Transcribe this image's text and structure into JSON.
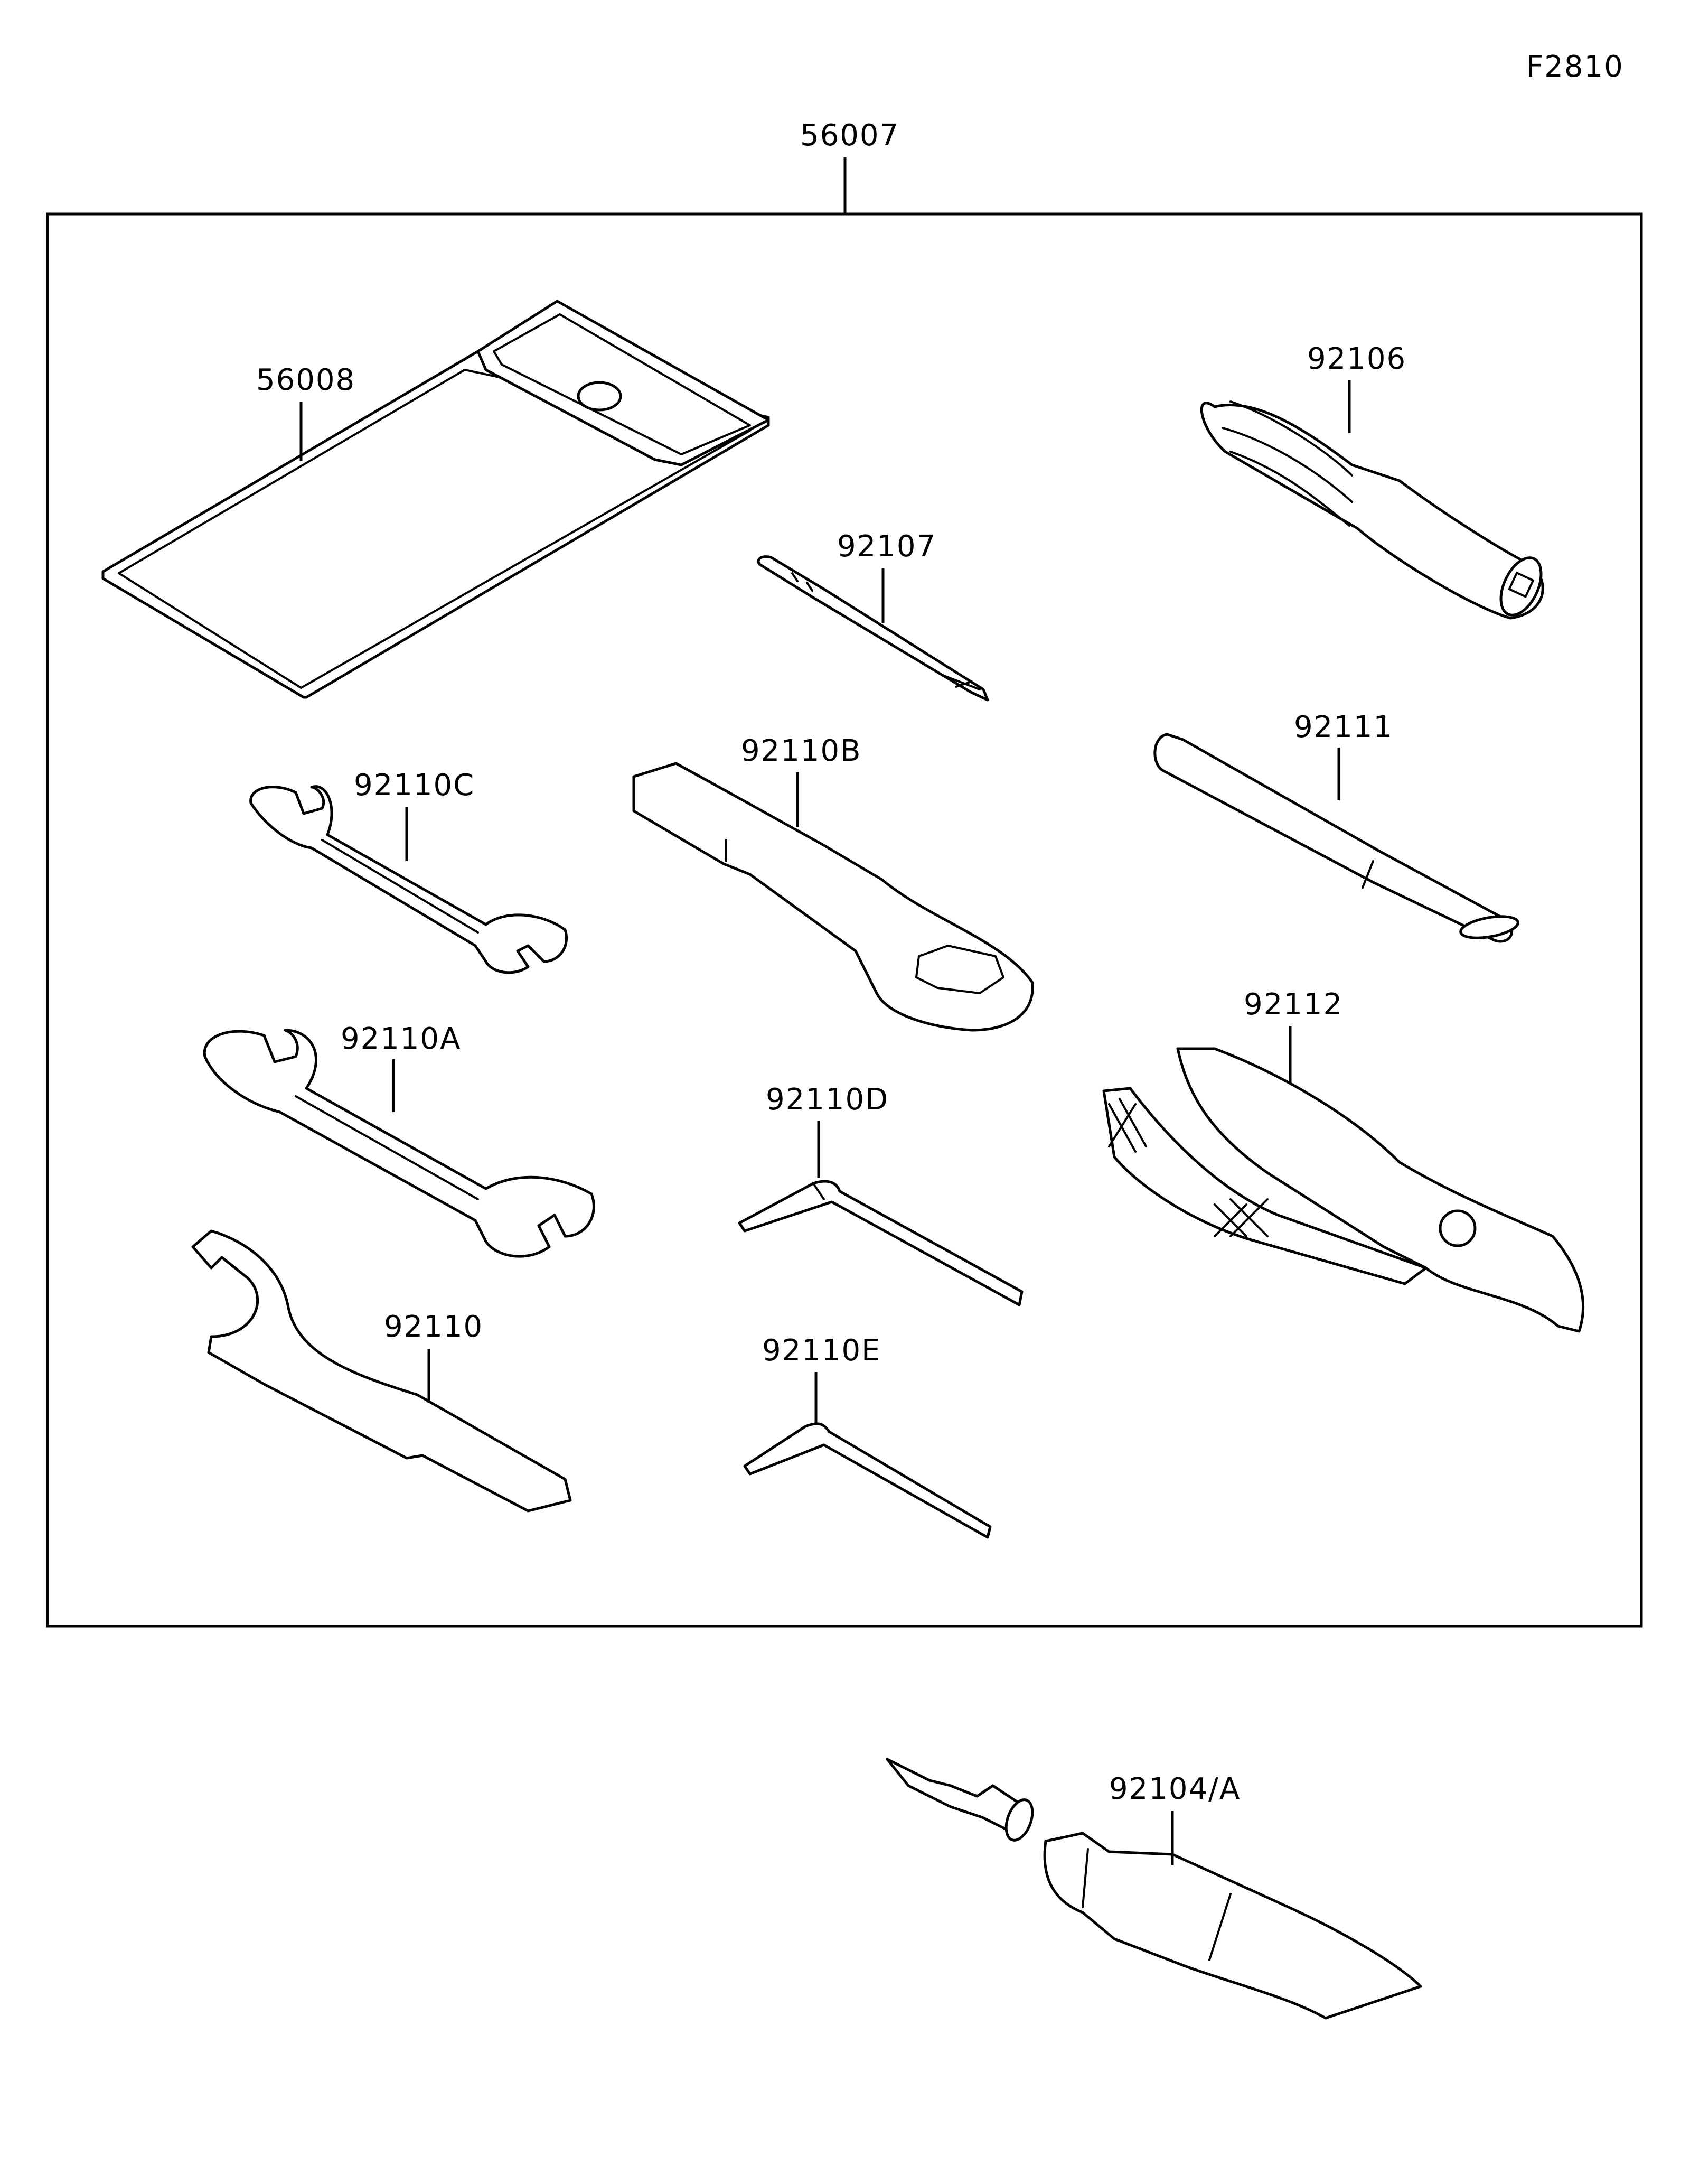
{
  "figure_code": "F2810",
  "assembly": {
    "number": "56007"
  },
  "parts": {
    "p56008": "56008",
    "p92106": "92106",
    "p92107": "92107",
    "p92110C": "92110C",
    "p92110B": "92110B",
    "p92111": "92111",
    "p92110A": "92110A",
    "p92112": "92112",
    "p92110D": "92110D",
    "p92110": "92110",
    "p92110E": "92110E",
    "p92104A": "92104/A"
  }
}
